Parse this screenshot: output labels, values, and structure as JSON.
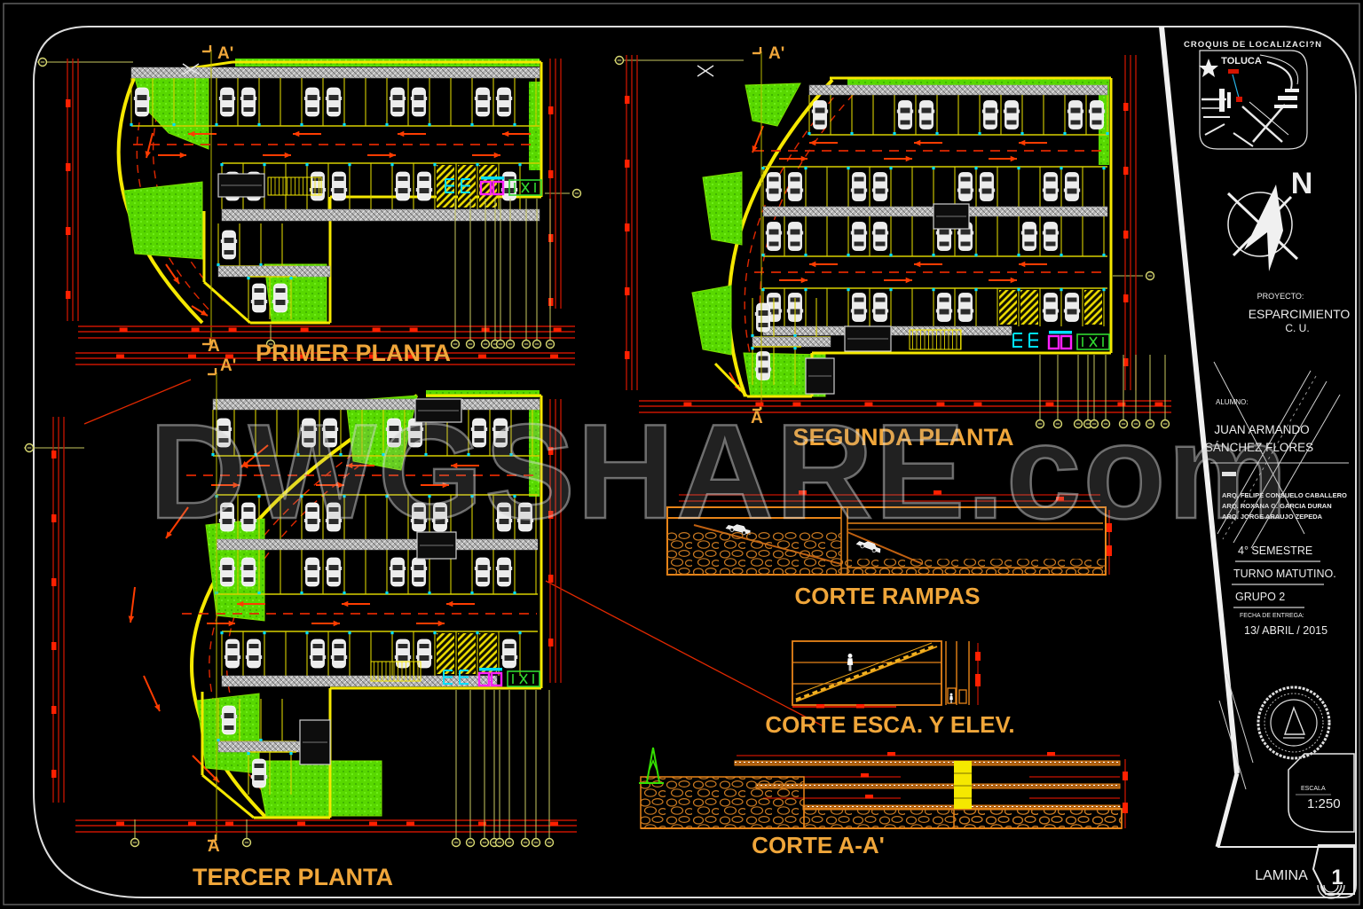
{
  "watermark": {
    "text": "DWGSHARE.com"
  },
  "plans": {
    "primer": {
      "label": "PRIMER PLANTA"
    },
    "segunda": {
      "label": "SEGUNDA PLANTA"
    },
    "tercer": {
      "label": "TERCER PLANTA"
    }
  },
  "sections": {
    "rampas": {
      "label": "CORTE RAMPAS"
    },
    "esca": {
      "label": "CORTE ESCA. Y ELEV."
    },
    "aa": {
      "label": "CORTE A-A'"
    }
  },
  "markers": {
    "a": "A",
    "a_prime": "A'"
  },
  "titleblock": {
    "croquis_title": "CROQUIS DE LOCALIZACI?N",
    "city": "TOLUCA",
    "north": "N",
    "proyecto_label": "PROYECTO:",
    "proyecto_line1": "ESPARCIMIENTO",
    "proyecto_line2": "C. U.",
    "alumno_label": "ALUMNO:",
    "alumno_line1": "JUAN ARMANDO",
    "alumno_line2": "SÁNCHEZ FLORES",
    "professors": [
      "ARQ. FELIPE CONSUELO CABALLERO",
      "ARQ. ROXANA G. GARCIA DURAN",
      "ARQ. JORGE ARAUJO ZEPEDA"
    ],
    "semestre": "4° SEMESTRE",
    "turno": "TURNO MATUTINO.",
    "grupo": "GRUPO 2",
    "fecha_label": "FECHA DE ENTREGA:",
    "fecha": "13/ ABRIL / 2015",
    "escala_label": "ESCALA",
    "escala": "1:250",
    "lamina_label": "LAMINA",
    "lamina_num": "1"
  },
  "colors": {
    "yellow": "#f5e800",
    "stall": "#d8d000",
    "olive": "#c8c860",
    "red": "#c81400",
    "red_bright": "#ff2000",
    "arrow": "#ff3c00",
    "dash": "#e02800",
    "grass": "#58d800",
    "cyan": "#00e0ff",
    "magenta": "#ff20ff",
    "green_exit": "#30d830",
    "orange": "#e88418",
    "orange_dark": "#c06010",
    "amber": "#f0a63a",
    "white": "#f0f0f0"
  }
}
